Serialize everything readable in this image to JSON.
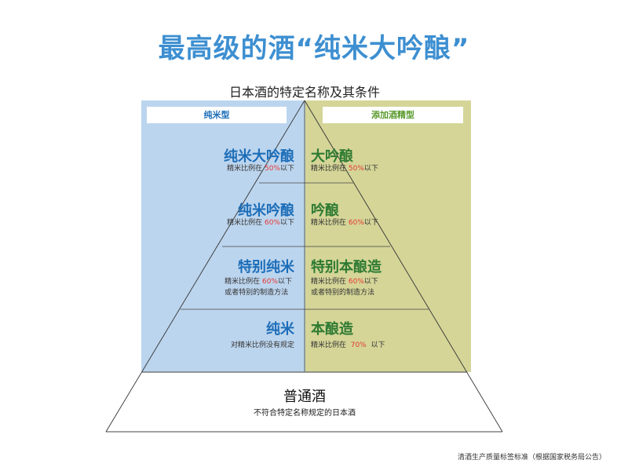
{
  "title": "最高级的酒“纯米大吟酿”",
  "subtitle": "日本酒的特定名称及其条件",
  "colors": {
    "title": "#3d8fd1",
    "junmai_panel": "#bcd5ee",
    "added_panel": "#d4d597",
    "junmai_text": "#1c6db8",
    "added_text": "#2e7a32",
    "percent": "#e53935"
  },
  "columns": {
    "left": "纯米型",
    "right": "添加酒精型"
  },
  "tiers": [
    {
      "left": {
        "name": "纯米大吟酿",
        "pre": "精米比例在 ",
        "pct": "50%",
        "post": "以下",
        "line2": ""
      },
      "right": {
        "name": "大吟酿",
        "pre": "精米比例在 ",
        "pct": "50%",
        "post": "以下",
        "line2": ""
      }
    },
    {
      "left": {
        "name": "纯米吟酿",
        "pre": "精米比例在 ",
        "pct": "60%",
        "post": "以下",
        "line2": ""
      },
      "right": {
        "name": "吟酿",
        "pre": "精米比例在 ",
        "pct": "60%",
        "post": "以下",
        "line2": ""
      }
    },
    {
      "left": {
        "name": "特别纯米",
        "pre": "精米比例在 ",
        "pct": "60%",
        "post": "以下",
        "line2": "或者特别的制造方法"
      },
      "right": {
        "name": "特别本酿造",
        "pre": "精米比例在 ",
        "pct": "60%",
        "post": "以下",
        "line2": "或者特别的制造方法"
      }
    },
    {
      "left": {
        "name": "纯米",
        "pre": "对精米比例没有规定",
        "pct": "",
        "post": "",
        "line2": ""
      },
      "right": {
        "name": "本酿造",
        "pre": "精米比例在  ",
        "pct": "70%",
        "post": "  以下",
        "line2": ""
      }
    }
  ],
  "base": {
    "name": "普通酒",
    "desc": "不符合特定名称规定的日本酒"
  },
  "source": "清酒生产质量标签标准（根据国家税务局公告）"
}
